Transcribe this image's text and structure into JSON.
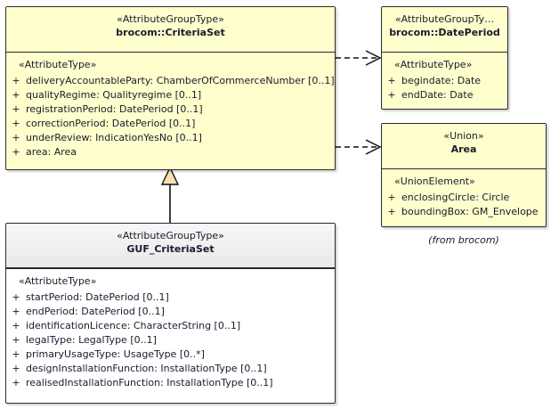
{
  "diagram": {
    "type": "uml-class-diagram",
    "background": "#ffffff",
    "note": "(from brocom)",
    "colors": {
      "class_fill_yellow": "#feffcc",
      "class_fill_white": "#ffffff",
      "header_gray": "#efefef",
      "border": "#2b2b2b",
      "text": "#1a1a2e",
      "generalization_fill": "#f5deb3"
    }
  },
  "classes": {
    "criteria_set": {
      "stereotype": "«AttributeGroupType»",
      "name": "brocom::CriteriaSet",
      "compartment_stereotype": "«AttributeType»",
      "attributes": [
        {
          "visibility": "+",
          "text": "deliveryAccountableParty: ChamberOfCommerceNumber [0..1]"
        },
        {
          "visibility": "+",
          "text": "qualityRegime: Qualityregime [0..1]"
        },
        {
          "visibility": "+",
          "text": "registrationPeriod: DatePeriod [0..1]"
        },
        {
          "visibility": "+",
          "text": "correctionPeriod: DatePeriod [0..1]"
        },
        {
          "visibility": "+",
          "text": "underReview: IndicationYesNo [0..1]"
        },
        {
          "visibility": "+",
          "text": "area: Area"
        }
      ]
    },
    "date_period": {
      "stereotype": "«AttributeGroupTy…",
      "name": "brocom::DatePeriod",
      "compartment_stereotype": "«AttributeType»",
      "attributes": [
        {
          "visibility": "+",
          "text": "begindate: Date"
        },
        {
          "visibility": "+",
          "text": "endDate: Date"
        }
      ]
    },
    "area": {
      "stereotype": "«Union»",
      "name": "Area",
      "compartment_stereotype": "«UnionElement»",
      "attributes": [
        {
          "visibility": "+",
          "text": "enclosingCircle: Circle"
        },
        {
          "visibility": "+",
          "text": "boundingBox: GM_Envelope"
        }
      ]
    },
    "guf_criteria_set": {
      "stereotype": "«AttributeGroupType»",
      "name": "GUF_CriteriaSet",
      "compartment_stereotype": "«AttributeType»",
      "attributes": [
        {
          "visibility": "+",
          "text": "startPeriod: DatePeriod [0..1]"
        },
        {
          "visibility": "+",
          "text": "endPeriod: DatePeriod [0..1]"
        },
        {
          "visibility": "+",
          "text": "identificationLicence: CharacterString [0..1]"
        },
        {
          "visibility": "+",
          "text": "legalType: LegalType [0..1]"
        },
        {
          "visibility": "+",
          "text": "primaryUsageType: UsageType [0..*]"
        },
        {
          "visibility": "+",
          "text": "designInstallationFunction: InstallationType [0..1]"
        },
        {
          "visibility": "+",
          "text": "realisedInstallationFunction: InstallationType [0..1]"
        }
      ]
    }
  },
  "relationships": [
    {
      "kind": "generalization",
      "from": "guf_criteria_set",
      "to": "criteria_set"
    },
    {
      "kind": "dependency",
      "from": "criteria_set",
      "to": "date_period"
    },
    {
      "kind": "dependency",
      "from": "criteria_set",
      "to": "area"
    }
  ]
}
